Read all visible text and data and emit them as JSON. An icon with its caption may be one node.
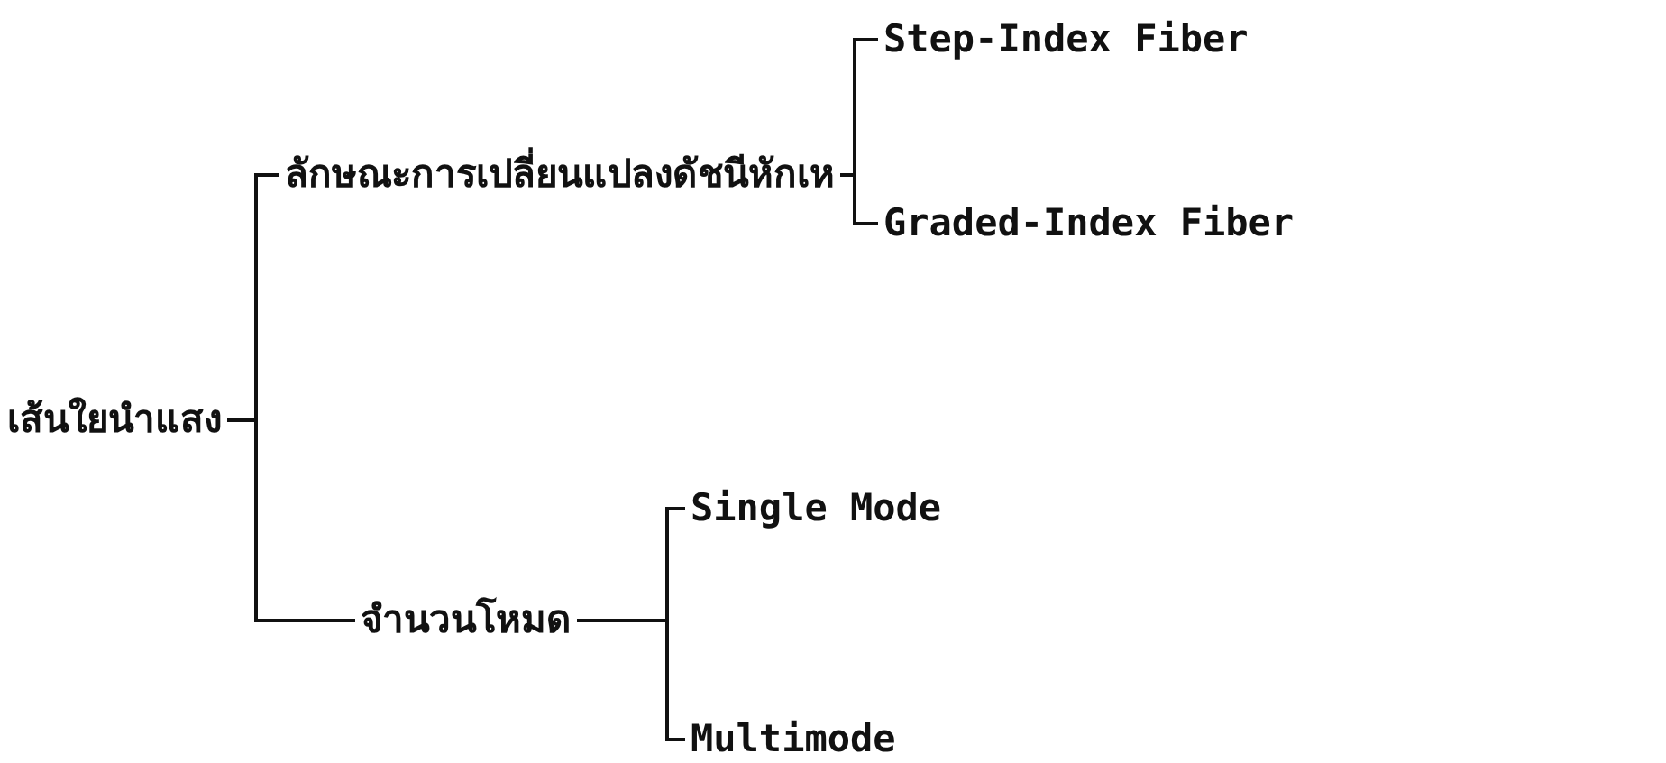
{
  "diagram": {
    "nodes": [
      {
        "text": [
          "เส้นใยนำแสง"
        ]
      },
      {
        "text": [
          "ลักษณะการเปลี่ยนแปลงดัชนีหักเห"
        ]
      },
      {
        "text": [
          "Step-Index Fiber"
        ]
      },
      {
        "text": [
          "Graded-Index Fiber"
        ]
      },
      {
        "text": [
          "จำนวนโหมด"
        ]
      },
      {
        "text": [
          "Single Mode"
        ]
      },
      {
        "text": [
          "Multimode"
        ]
      }
    ],
    "edges": [
      {
        "from": 0,
        "to": 1,
        "arrow": "none"
      },
      {
        "from": 0,
        "to": 4,
        "arrow": "none"
      },
      {
        "from": 1,
        "to": 2,
        "arrow": "none"
      },
      {
        "from": 1,
        "to": 3,
        "arrow": "none"
      },
      {
        "from": 4,
        "to": 5,
        "arrow": "none"
      },
      {
        "from": 4,
        "to": 6,
        "arrow": "none"
      }
    ]
  }
}
